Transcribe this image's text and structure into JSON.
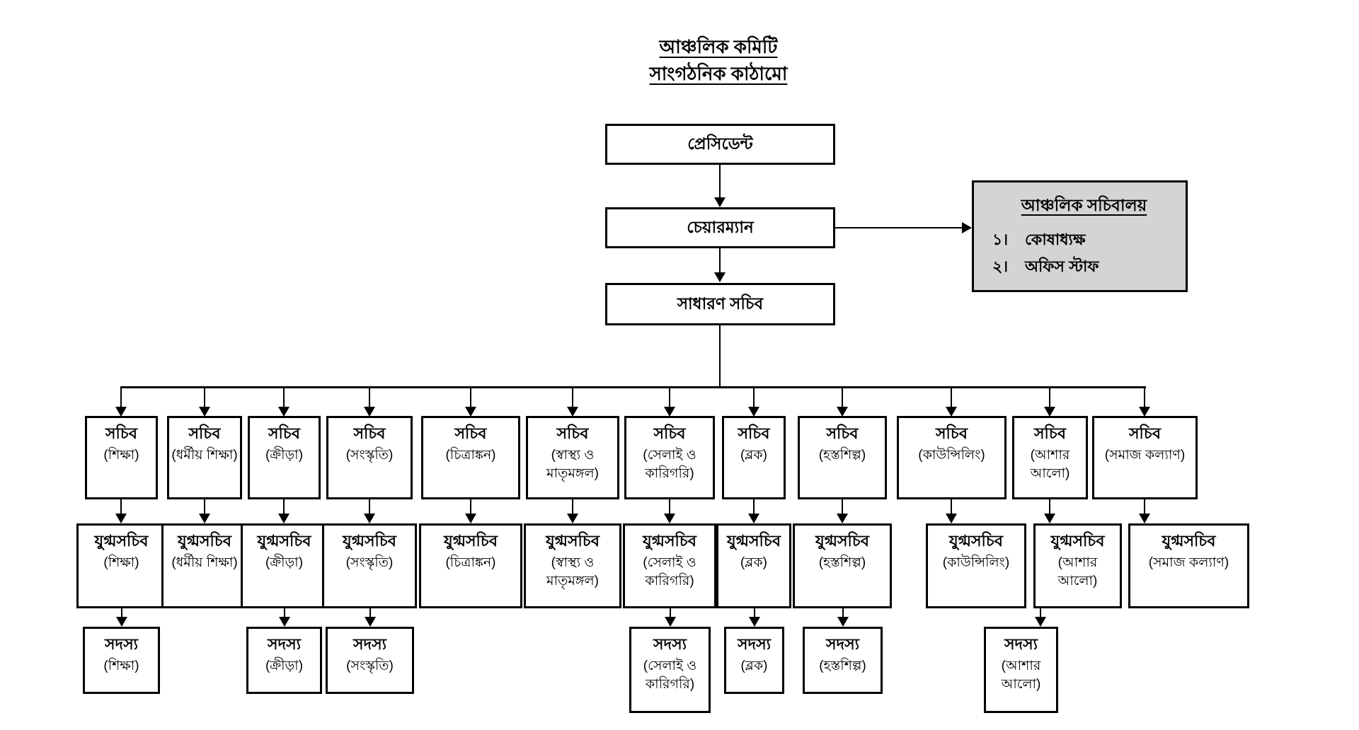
{
  "title": {
    "line1": "আঞ্চলিক কমিটি",
    "line2": "সাংগঠনিক কাঠামো"
  },
  "hierarchy": {
    "president": "প্রেসিডেন্ট",
    "chairman": "চেয়ারম্যান",
    "general_secretary": "সাধারণ সচিব"
  },
  "secretariat": {
    "title": "আঞ্চলিক সচিবালয়",
    "items": [
      {
        "no": "১।",
        "label": "কোষাধ্যক্ষ"
      },
      {
        "no": "২।",
        "label": "অফিস স্টাফ"
      }
    ]
  },
  "roles": {
    "secretary": "সচিব",
    "joint_secretary": "যুগ্মসচিব",
    "member": "সদস্য"
  },
  "columns": [
    {
      "dept": "(শিক্ষা)",
      "has_member": true
    },
    {
      "dept": "(ধর্মীয় শিক্ষা)",
      "has_member": false
    },
    {
      "dept": "(ক্রীড়া)",
      "has_member": true
    },
    {
      "dept": "(সংস্কৃতি)",
      "has_member": true
    },
    {
      "dept": "(চিত্রাঙ্কন)",
      "has_member": false
    },
    {
      "dept": "(স্বাস্থ্য ও মাতৃমঙ্গল)",
      "has_member": false
    },
    {
      "dept": "(সেলাই ও কারিগরি)",
      "has_member": true
    },
    {
      "dept": "(ব্লক)",
      "has_member": true
    },
    {
      "dept": "(হস্তশিল্প)",
      "has_member": true
    },
    {
      "dept": "(কাউন্সিলিং)",
      "has_member": false
    },
    {
      "dept": "(আশার আলো)",
      "has_member": true
    },
    {
      "dept": "(সমাজ কল্যাণ)",
      "has_member": false
    }
  ],
  "colors": {
    "line": "#000000",
    "box_border": "#000000",
    "secretariat_bg": "#d4d4d4",
    "background": "#ffffff"
  }
}
